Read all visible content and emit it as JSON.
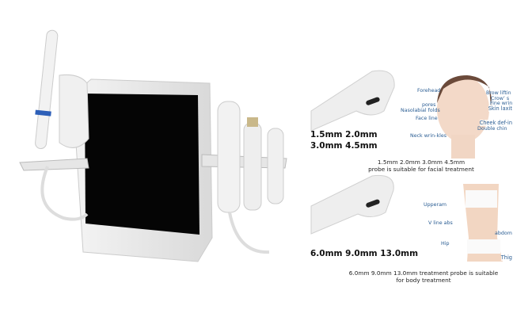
{
  "facial": {
    "sizes_line1": "1.5mm 2.0mm",
    "sizes_line2": "3.0mm 4.5mm",
    "caption_line1": "1.5mm 2.0mm 3.0mm 4.5mm",
    "caption_line2": "probe is suitable for facial treatment",
    "labels": [
      "Forehead",
      "Brow liftin",
      "Crow’ s",
      "Fine wrin",
      "Skin laxit",
      "pores",
      "Nasolabial folds",
      "Face line",
      "Cheek def-in",
      "Double chin",
      "Neck wrin-kles"
    ]
  },
  "body": {
    "sizes": "6.0mm 9.0mm 13.0mm",
    "caption_line1": "6.0mm 9.0mm 13.0mm treatment probe is suitable",
    "caption_line2": "for body treatment",
    "labels": [
      "Upperam",
      "V line abs",
      "abdom",
      "Hip",
      "Thig"
    ]
  }
}
